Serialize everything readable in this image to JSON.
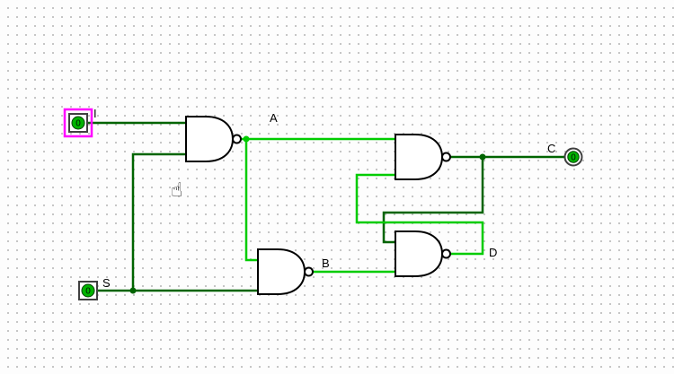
{
  "canvas": {
    "type": "logic-circuit-editor",
    "grid_dot_color": "#c3c3c3",
    "background": "#fdfdfd"
  },
  "colors": {
    "high": "#00cc00",
    "low": "#006400",
    "selection": "#ff00ff",
    "pin_fill": "#00b400",
    "gate_outline": "#000000"
  },
  "components": {
    "gates": [
      {
        "id": "nand-1",
        "type": "NAND"
      },
      {
        "id": "nand-2",
        "type": "NAND"
      },
      {
        "id": "nand-3",
        "type": "NAND"
      },
      {
        "id": "nand-4",
        "type": "NAND"
      }
    ],
    "inputs": [
      {
        "id": "input-i",
        "label": "I",
        "value": "0",
        "state": "selected"
      },
      {
        "id": "input-s",
        "label": "S",
        "value": "0",
        "state": "normal"
      }
    ],
    "outputs": [
      {
        "id": "output-c",
        "label": "C",
        "value": "0"
      }
    ],
    "wire_labels": [
      {
        "id": "a",
        "text": "A"
      },
      {
        "id": "b",
        "text": "B"
      },
      {
        "id": "d",
        "text": "D"
      }
    ]
  },
  "cursor": {
    "type": "hand-pointer",
    "glyph": "☝"
  }
}
